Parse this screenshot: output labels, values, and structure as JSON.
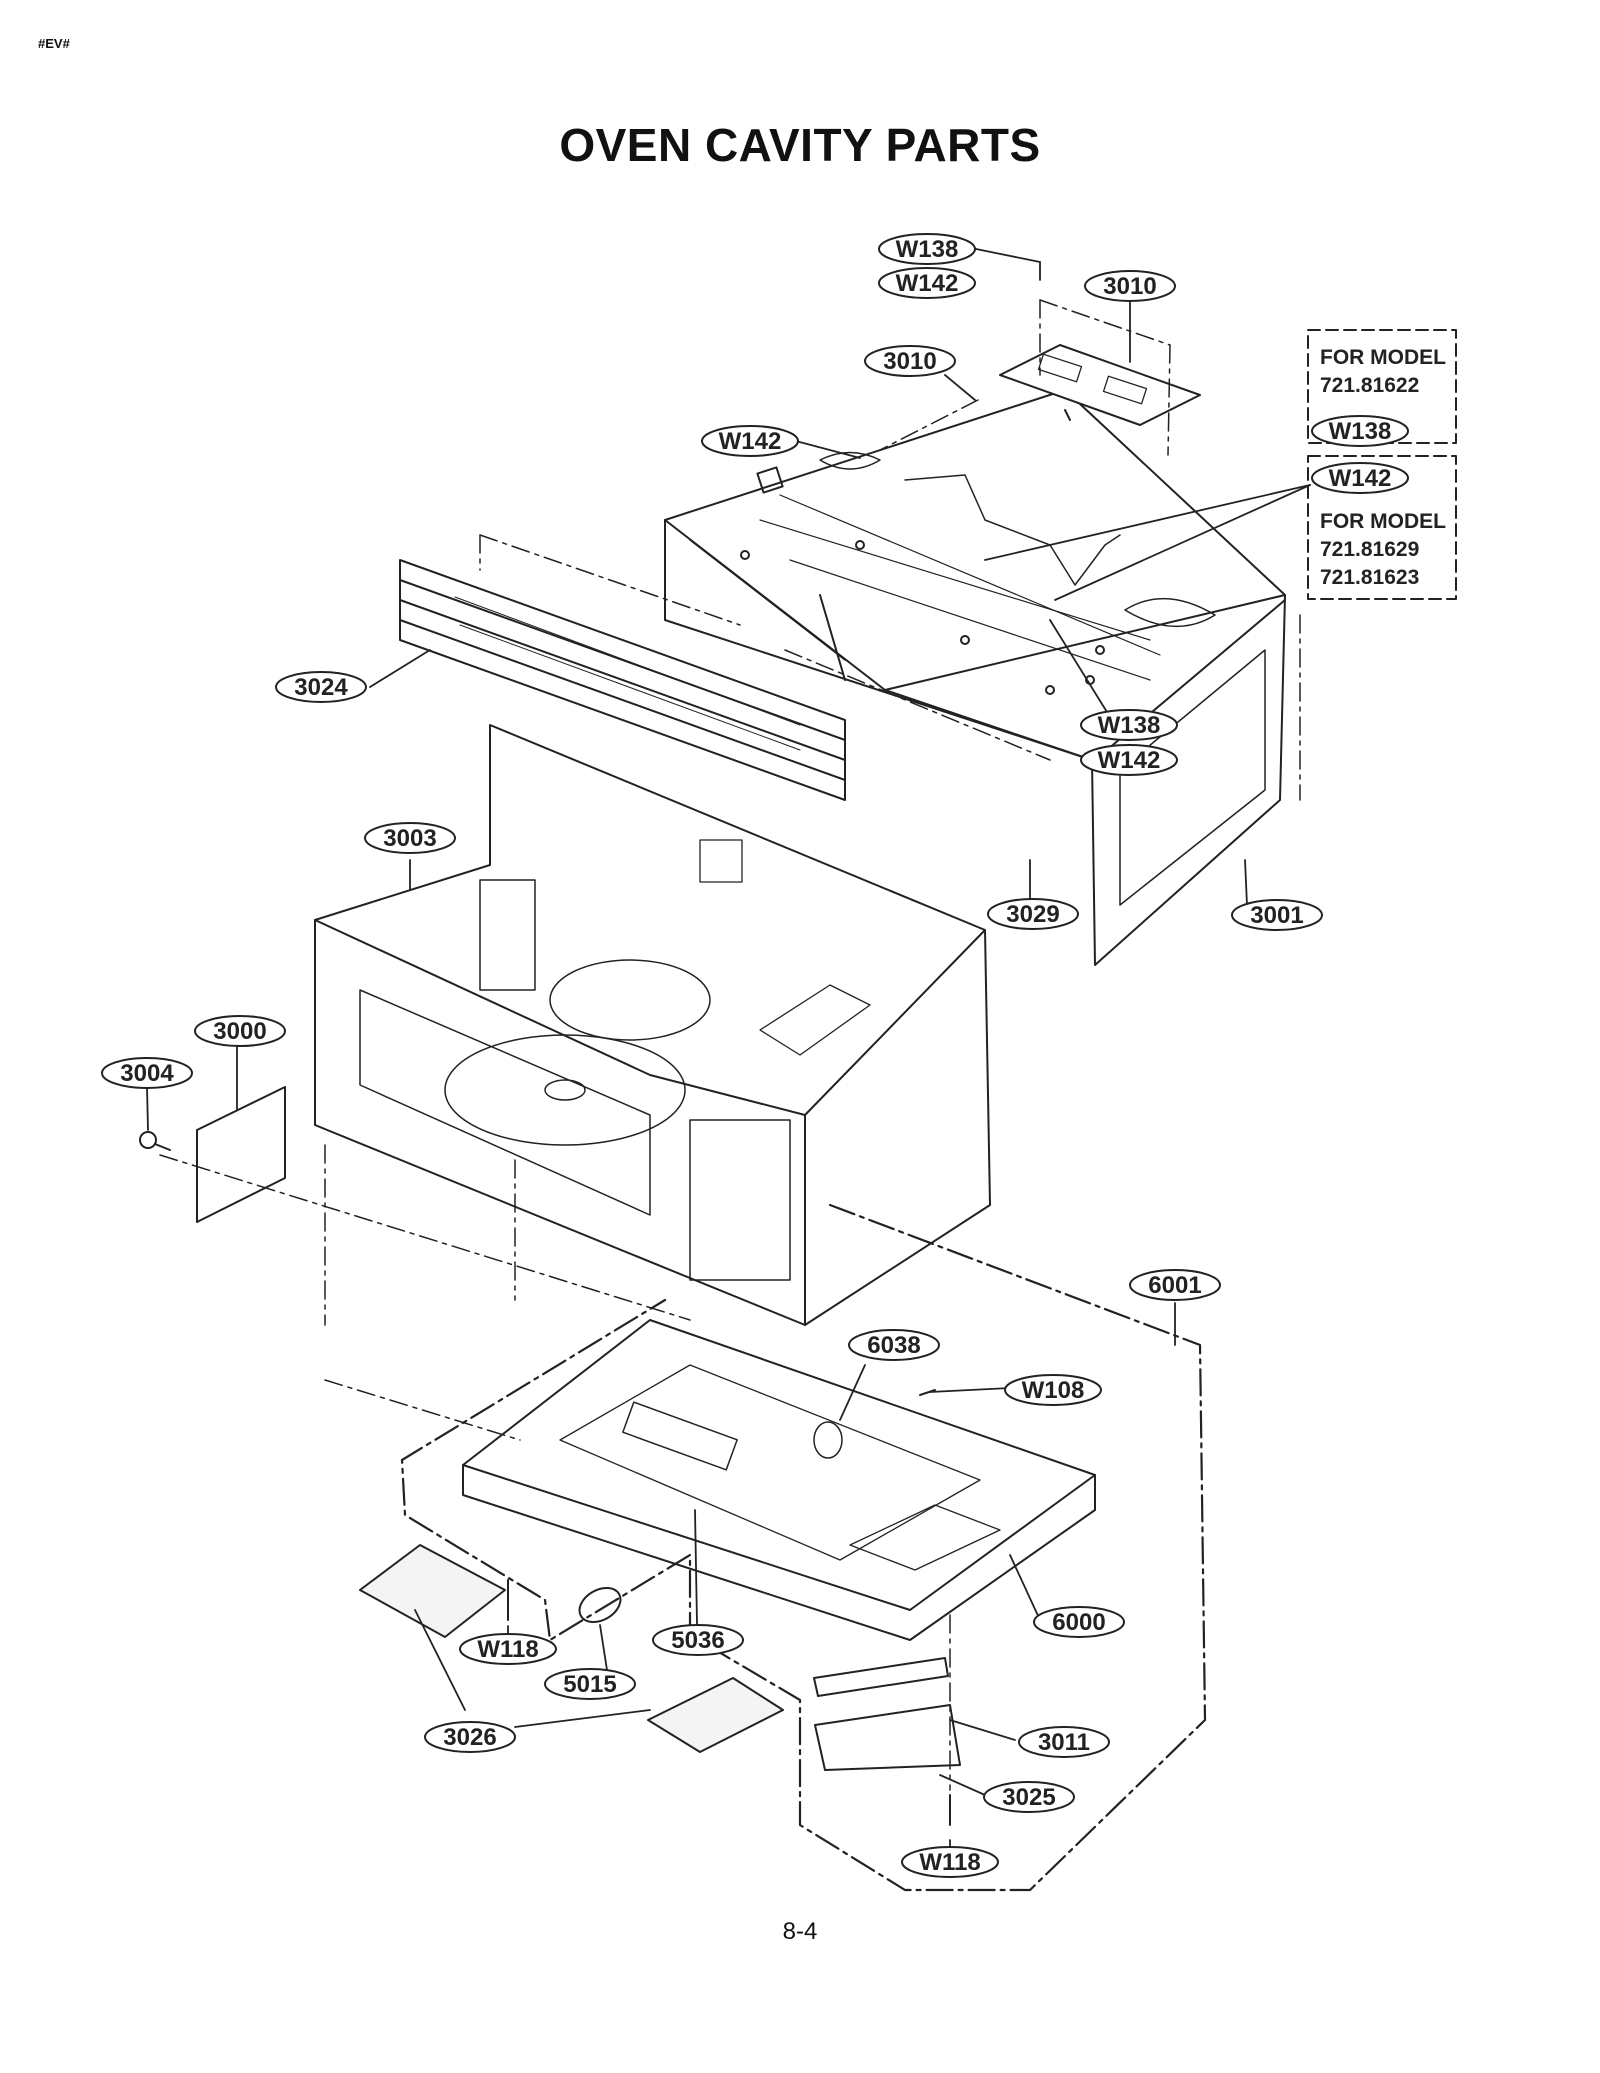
{
  "page": {
    "tag": "#EV#",
    "title": "OVEN CAVITY PARTS",
    "page_number": "8-4"
  },
  "model_notes": [
    {
      "line1": "FOR MODEL",
      "line2": "721.81622",
      "line3": ""
    },
    {
      "line1": "FOR MODEL",
      "line2": "721.81629",
      "line3": "721.81623"
    }
  ],
  "callouts": {
    "w138_top": "W138",
    "w142_top": "W142",
    "p3010_a": "3010",
    "p3010_b": "3010",
    "w142_left": "W142",
    "note_w138": "W138",
    "note_w142": "W142",
    "p3024": "3024",
    "w138_mid": "W138",
    "w142_mid": "W142",
    "p3003": "3003",
    "p3029": "3029",
    "p3001": "3001",
    "p3000": "3000",
    "p3004": "3004",
    "p6001": "6001",
    "p6038": "6038",
    "w108": "W108",
    "p6000": "6000",
    "w118_left": "W118",
    "p5036": "5036",
    "p5015": "5015",
    "p3026": "3026",
    "p3011": "3011",
    "p3025": "3025",
    "w118_bottom": "W118"
  }
}
